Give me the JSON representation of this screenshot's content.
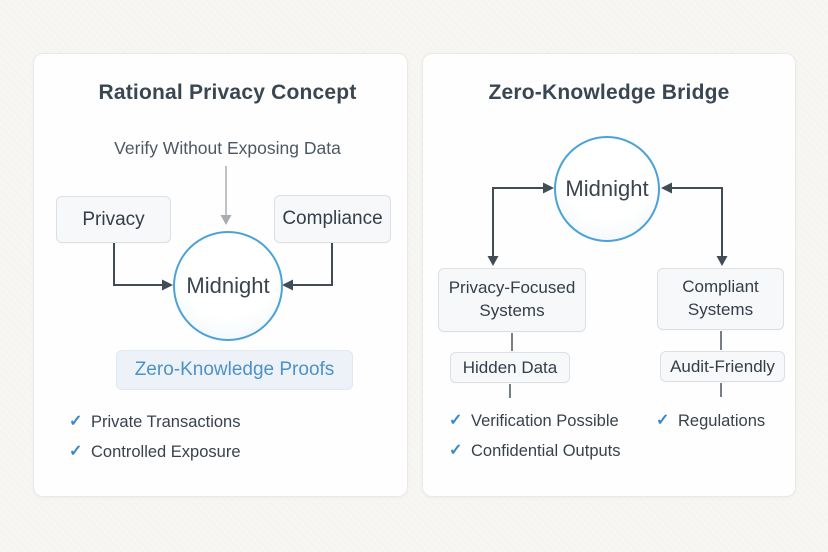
{
  "colors": {
    "page_background": "#f7f6f3",
    "panel_background": "#fefefe",
    "panel_border": "#e9e9e5",
    "node_box_background": "#f7f8f9",
    "node_box_border": "#dcdfe3",
    "circle_border_blue": "#4aa2d9",
    "badge_background": "#edf2f8",
    "badge_text_blue": "#4d92c7",
    "check_blue": "#3889c9",
    "arrow_dark": "#414c57",
    "arrow_gray": "#a8adb4",
    "title_text": "#3a4652"
  },
  "icons": {
    "check": "✓"
  },
  "left_panel": {
    "title": "Rational Privacy Concept",
    "subtitle": "Verify Without Exposing Data",
    "privacy_node": "Privacy",
    "compliance_node": "Compliance",
    "center_node": "Midnight",
    "badge": "Zero-Knowledge Proofs",
    "checklist": [
      {
        "label": "Private Transactions"
      },
      {
        "label": "Controlled Exposure"
      }
    ]
  },
  "right_panel": {
    "title": "Zero-Knowledge Bridge",
    "center_node": "Midnight",
    "left_branch": {
      "system": "Privacy-Focused Systems",
      "tag": "Hidden Data",
      "checklist": [
        {
          "label": "Verification Possible"
        },
        {
          "label": "Confidential Outputs"
        }
      ]
    },
    "right_branch": {
      "system": "Compliant Systems",
      "tag": "Audit-Friendly",
      "checklist": [
        {
          "label": "Regulations"
        }
      ]
    }
  }
}
